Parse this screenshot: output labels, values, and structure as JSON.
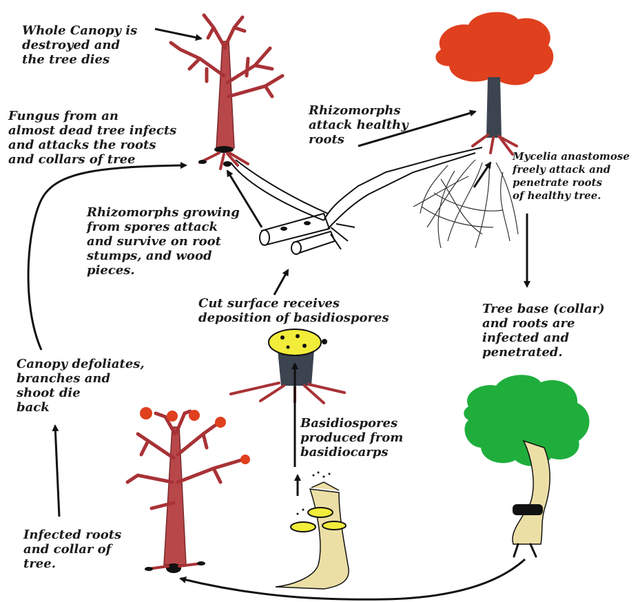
{
  "colors": {
    "dead_tree": "#b8474a",
    "root": "#a83236",
    "red_canopy": "#e0401e",
    "green_canopy": "#1fae3c",
    "trunk_dark": "#3c4450",
    "wood": "#ecdfa6",
    "spore_disc": "#f2ec3a",
    "ink": "#111111"
  },
  "labels": {
    "whole_canopy": "Whole Canopy is\ndestroyed and\nthe tree dies",
    "fungus_from": "Fungus from an\nalmost dead tree infects\nand attacks the roots\nand collars of tree",
    "rhizo_attack": "Rhizomorphs\nattack healthy\nroots",
    "mycelia": "Mycelia anastomose\nfreely attack and\npenetrate roots\nof healthy tree.",
    "rhizo_growing": "Rhizomorphs growing\n from spores attack\n and survive on root\nstumps, and wood\npieces.",
    "cut_surface": "Cut surface receives\ndeposition of basidiospores",
    "tree_base": "Tree base (collar)\nand roots are\ninfected and\npenetrated.",
    "canopy_defoliates": "Canopy defoliates,\nbranches and\nshoot die\nback",
    "basidiospores": "Basidiospores\nproduced from\nbasidiocarps",
    "infected_roots": "Infected roots\nand collar of\ntree."
  }
}
